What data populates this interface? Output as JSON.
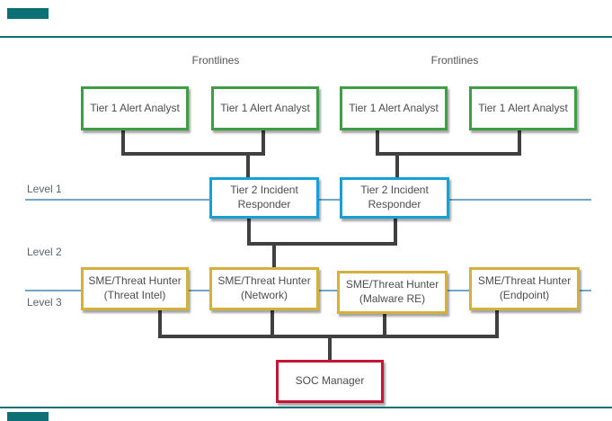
{
  "frontlines_labels": [
    "Frontlines",
    "Frontlines"
  ],
  "level_labels": [
    "Level 1",
    "Level 2",
    "Level 3"
  ],
  "nodes": {
    "tier1": [
      {
        "label": "Tier 1 Alert Analyst"
      },
      {
        "label": "Tier 1 Alert Analyst"
      },
      {
        "label": "Tier 1 Alert Analyst"
      },
      {
        "label": "Tier 1 Alert Analyst"
      }
    ],
    "tier2": [
      {
        "line1": "Tier 2 Incident",
        "line2": "Responder"
      },
      {
        "line1": "Tier 2 Incident",
        "line2": "Responder"
      }
    ],
    "sme": [
      {
        "line1": "SME/Threat Hunter",
        "line2": "(Threat Intel)"
      },
      {
        "line1": "SME/Threat Hunter",
        "line2": "(Network)"
      },
      {
        "line1": "SME/Threat Hunter",
        "line2": "(Malware RE)"
      },
      {
        "line1": "SME/Threat Hunter",
        "line2": "(Endpoint)"
      }
    ],
    "manager": {
      "label": "SOC Manager"
    }
  },
  "colors": {
    "tier1_border": "#3f9e43",
    "tier2_border": "#17a0d8",
    "sme_border": "#d4b13c",
    "manager_border": "#c41734",
    "connector": "#404040",
    "level_line": "#6fa8c7",
    "accent_teal": "#0d7077",
    "label_text": "#58656e",
    "box_text": "#4d4d4d"
  }
}
